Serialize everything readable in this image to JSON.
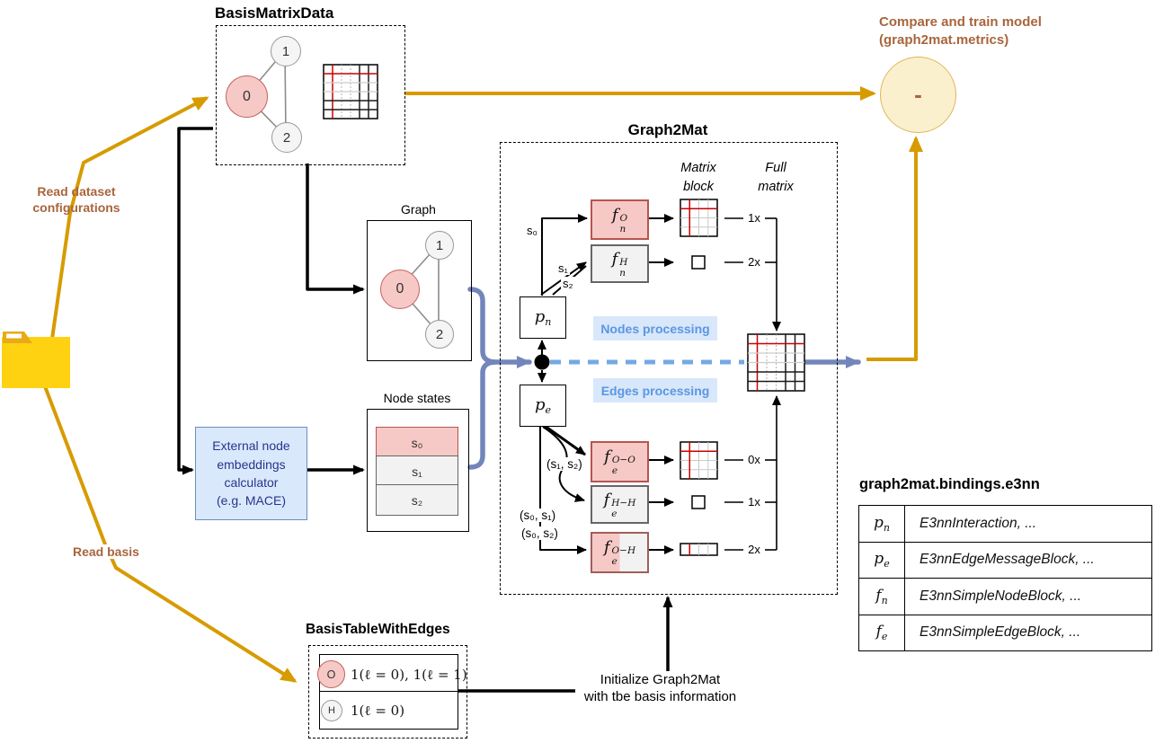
{
  "basis_matrix_data": {
    "title": "BasisMatrixData",
    "graph_nodes": [
      "0",
      "1",
      "2"
    ]
  },
  "compare": {
    "label": "Compare and train model\n(graph2mat.metrics)",
    "symbol": "-"
  },
  "flow_labels": {
    "read_dataset": "Read dataset\nconfigurations",
    "read_basis": "Read basis",
    "initialize": "Initialize Graph2Mat\nwith tbe basis information"
  },
  "graph_section": {
    "graph_title": "Graph",
    "graph_nodes": [
      "0",
      "1",
      "2"
    ],
    "node_states_title": "Node states",
    "states": [
      "s₀",
      "s₁",
      "s₂"
    ],
    "external_box": "External node\nembeddings\ncalculator\n(e.g. MACE)"
  },
  "graph2mat": {
    "title": "Graph2Mat",
    "matrix_block_header": "Matrix\nblock",
    "full_matrix_header": "Full\nmatrix",
    "nodes_processing": "Nodes processing",
    "edges_processing": "Edges processing",
    "p_n": {
      "base": "p",
      "sub": "n"
    },
    "p_e": {
      "base": "p",
      "sub": "e"
    },
    "state_labels": {
      "s0": "s₀",
      "s1": "s₁",
      "s2": "s₂"
    },
    "pair_labels": {
      "s1s2": "(s₁, s₂)",
      "s0s1": "(s₀, s₁)",
      "s0s2": "(s₀, s₂)"
    },
    "node_rows": [
      {
        "base": "f",
        "sub": "n",
        "sup": "O",
        "mult": "1x"
      },
      {
        "base": "f",
        "sub": "n",
        "sup": "H",
        "mult": "2x"
      }
    ],
    "edge_rows": [
      {
        "base": "f",
        "sub": "e",
        "sup": "O−O",
        "mult": "0x"
      },
      {
        "base": "f",
        "sub": "e",
        "sup": "H−H",
        "mult": "1x"
      },
      {
        "base": "f",
        "sub": "e",
        "sup": "O−H",
        "mult": "2x"
      }
    ]
  },
  "basis_table": {
    "title": "BasisTableWithEdges",
    "rows": [
      {
        "symbol": "O",
        "basis": "1(ℓ = 0), 1(ℓ = 1)"
      },
      {
        "symbol": "H",
        "basis": "1(ℓ = 0)"
      }
    ]
  },
  "bindings_table": {
    "title": "graph2mat.bindings.e3nn",
    "rows": [
      {
        "key_base": "p",
        "key_sub": "n",
        "value": "E3nnInteraction, ..."
      },
      {
        "key_base": "p",
        "key_sub": "e",
        "value": "E3nnEdgeMessageBlock, ..."
      },
      {
        "key_base": "f",
        "key_sub": "n",
        "value": "E3nnSimpleNodeBlock, ..."
      },
      {
        "key_base": "f",
        "key_sub": "e",
        "value": "E3nnSimpleEdgeBlock, ..."
      }
    ]
  },
  "colors": {
    "orange_arrow": "#d79b00",
    "brown_text": "#a8653c",
    "pink_fill": "#f6c9c6",
    "pink_stroke": "#b85450",
    "gray_fill": "#f2f2f2",
    "gray_stroke": "#666666",
    "external_fill": "#dae8fc",
    "external_stroke": "#6c8ebf",
    "external_text": "#27348b",
    "processing_bg": "#d9e7fa",
    "processing_text": "#5997e3",
    "connector_blue": "#7286bb",
    "dashed_blue": "#74a9e2",
    "compare_fill": "#fbf0cd",
    "compare_stroke": "#ddb75c",
    "matrix_red": "#cc0000",
    "folder_yellow": "#ffd211"
  }
}
